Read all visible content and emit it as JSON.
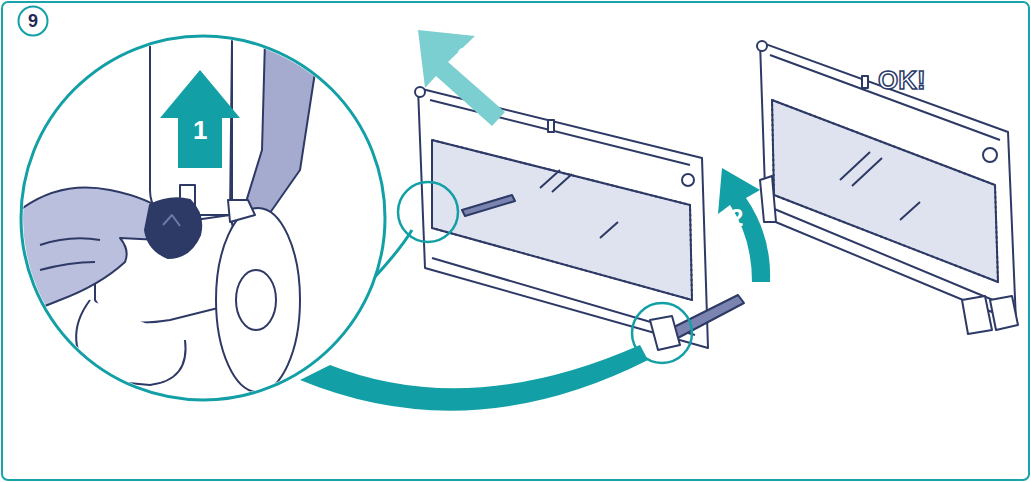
{
  "diagram": {
    "nodes": [
      {
        "text": [
          "9"
        ]
      }
    ],
    "labels": [
      "1",
      "2",
      "2",
      "OK!"
    ]
  }
}
